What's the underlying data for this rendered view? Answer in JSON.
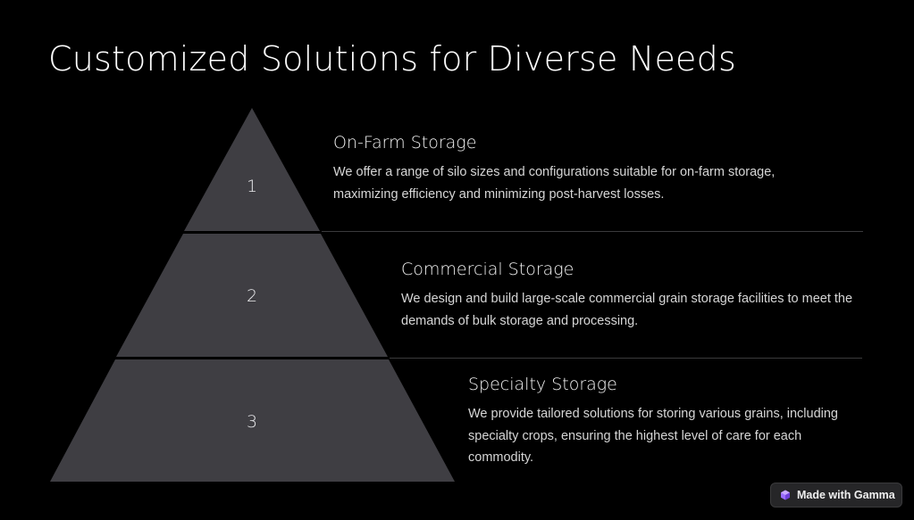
{
  "slide": {
    "title": "Customized Solutions for Diverse Needs"
  },
  "pyramid": {
    "tiers": [
      {
        "number": "1",
        "heading": "On-Farm Storage",
        "text": "We offer a range of silo sizes and configurations suitable for on-farm storage, maximizing efficiency and minimizing post-harvest losses."
      },
      {
        "number": "2",
        "heading": "Commercial Storage",
        "text": "We design and build large-scale commercial grain storage facilities to meet the demands of bulk storage and processing."
      },
      {
        "number": "3",
        "heading": "Specialty Storage",
        "text": "We provide tailored solutions for storing various grains, including specialty crops, ensuring the highest level of care for each commodity."
      }
    ]
  },
  "badge": {
    "label": "Made with Gamma",
    "icon": "gamma-logo-icon"
  },
  "colors": {
    "background": "#000000",
    "tier_fill": "#3f3e43",
    "divider": "#3a3a3c",
    "heading_text": "#f2f2f2",
    "body_text": "#d6d6d6",
    "badge_accent": "#9b6cff"
  }
}
